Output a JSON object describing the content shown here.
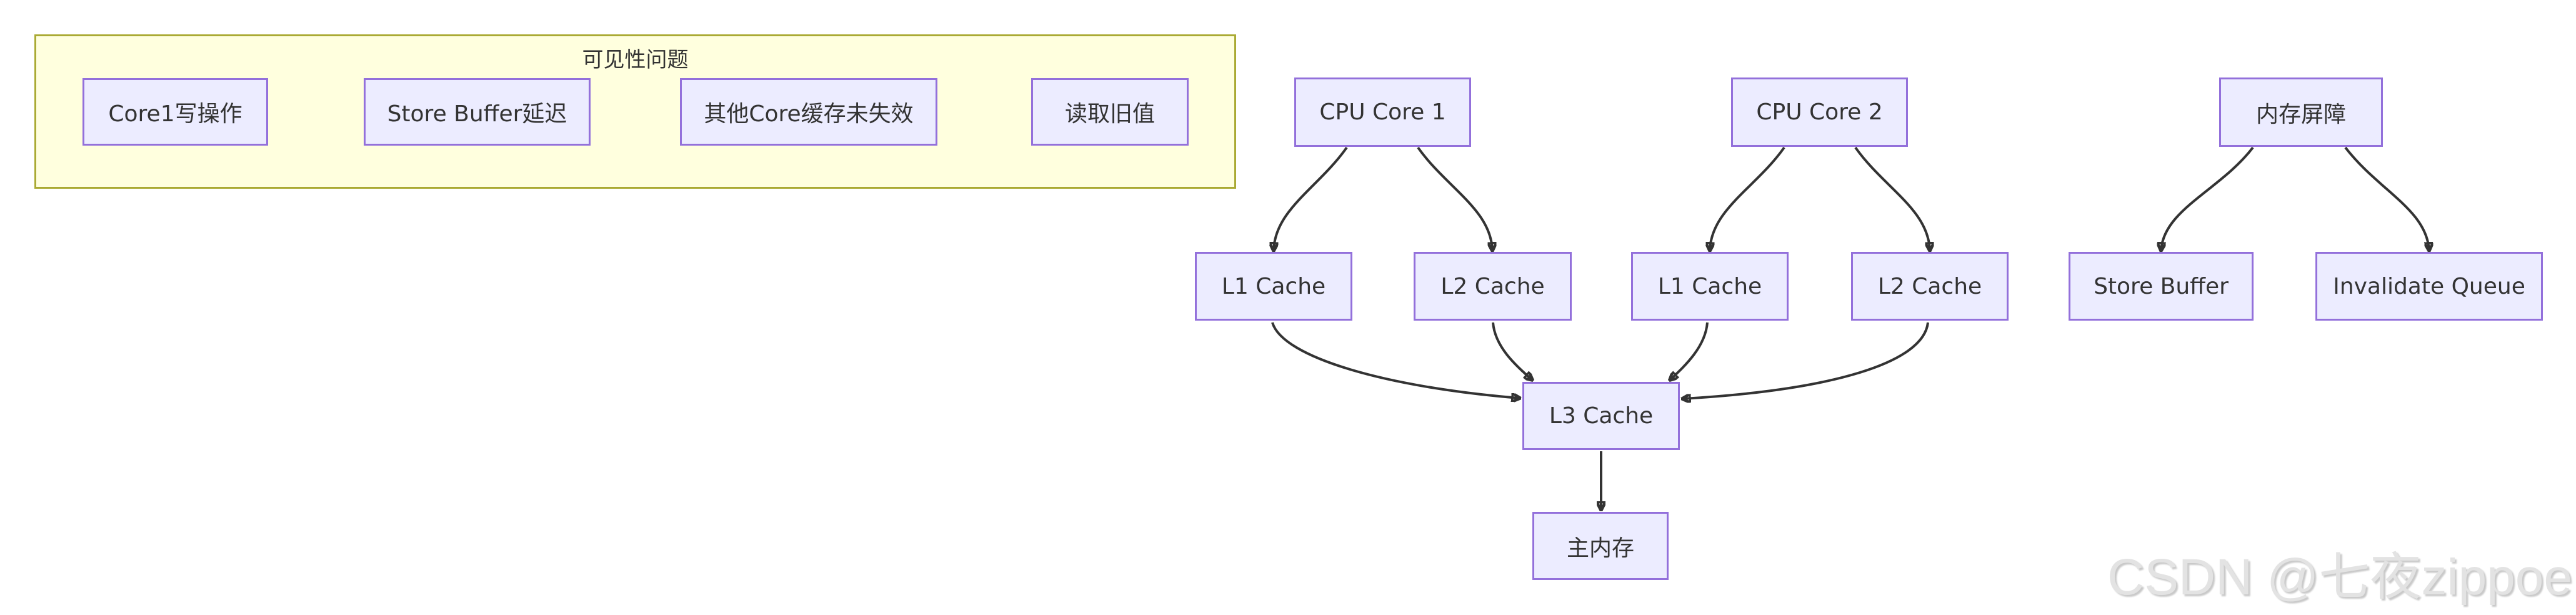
{
  "diagram": {
    "type": "flowchart",
    "colors": {
      "background": "#ffffff",
      "node_fill": "#ECECFF",
      "node_border": "#9370DB",
      "cluster_fill": "#FFFFDE",
      "cluster_border": "#AAAA33",
      "edge_stroke": "#333333",
      "text": "#333333"
    },
    "cluster": {
      "title": "可见性问题",
      "nodes": {
        "step1": {
          "label": "Core1写操作"
        },
        "step2": {
          "label": "Store Buffer延迟"
        },
        "step3": {
          "label": "其他Core缓存未失效"
        },
        "step4": {
          "label": "读取旧值"
        }
      },
      "edges": [
        {
          "from": "Core1写操作",
          "to": "Store Buffer延迟"
        },
        {
          "from": "Store Buffer延迟",
          "to": "其他Core缓存未失效"
        },
        {
          "from": "其他Core缓存未失效",
          "to": "读取旧值"
        }
      ]
    },
    "nodes": {
      "cpu1": {
        "label": "CPU Core 1"
      },
      "cpu2": {
        "label": "CPU Core 2"
      },
      "barrier": {
        "label": "内存屏障"
      },
      "l1c1": {
        "label": "L1 Cache"
      },
      "l2c1": {
        "label": "L2 Cache"
      },
      "l1c2": {
        "label": "L1 Cache"
      },
      "l2c2": {
        "label": "L2 Cache"
      },
      "sb": {
        "label": "Store Buffer"
      },
      "iq": {
        "label": "Invalidate Queue"
      },
      "l3": {
        "label": "L3 Cache"
      },
      "mem": {
        "label": "主内存"
      }
    },
    "edges": [
      {
        "from": "CPU Core 1",
        "to": "L1 Cache (core1)"
      },
      {
        "from": "CPU Core 1",
        "to": "L2 Cache (core1)"
      },
      {
        "from": "CPU Core 2",
        "to": "L1 Cache (core2)"
      },
      {
        "from": "CPU Core 2",
        "to": "L2 Cache (core2)"
      },
      {
        "from": "内存屏障",
        "to": "Store Buffer"
      },
      {
        "from": "内存屏障",
        "to": "Invalidate Queue"
      },
      {
        "from": "L1 Cache (core1)",
        "to": "L3 Cache"
      },
      {
        "from": "L2 Cache (core1)",
        "to": "L3 Cache"
      },
      {
        "from": "L1 Cache (core2)",
        "to": "L3 Cache"
      },
      {
        "from": "L2 Cache (core2)",
        "to": "L3 Cache"
      },
      {
        "from": "L3 Cache",
        "to": "主内存"
      }
    ]
  },
  "watermark": {
    "text": "CSDN @七夜zippoe"
  }
}
